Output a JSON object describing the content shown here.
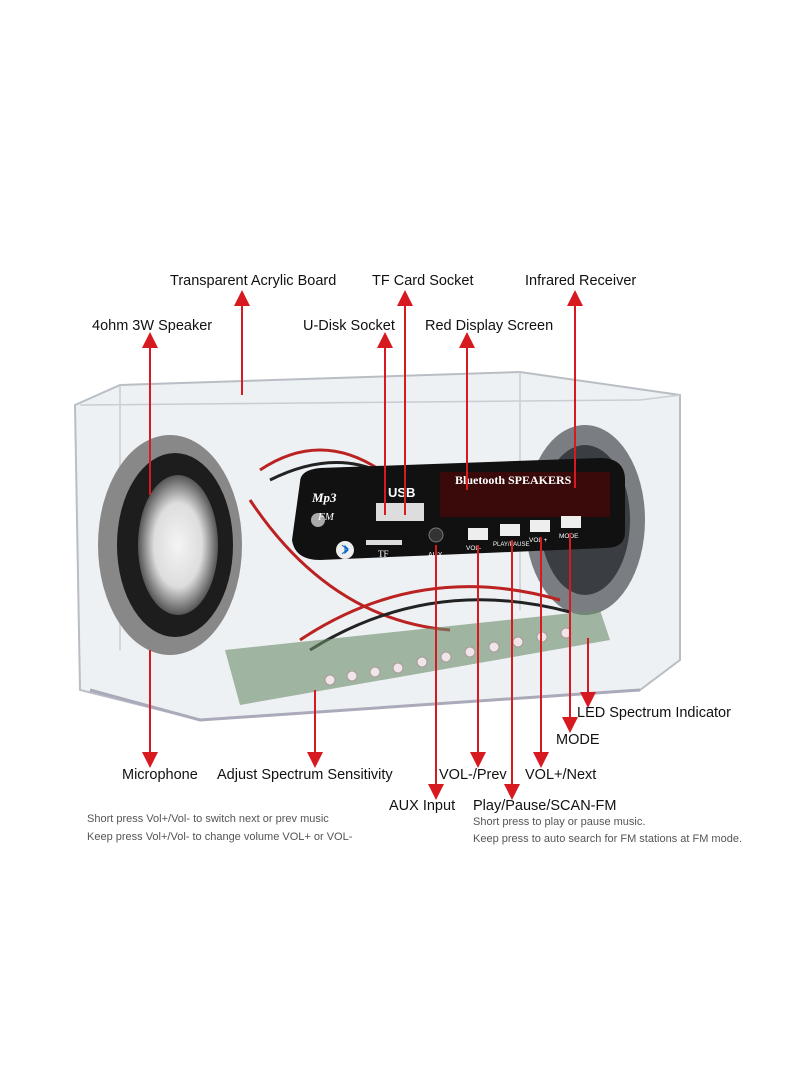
{
  "labels": {
    "acrylic": "Transparent Acrylic Board",
    "tf": "TF Card Socket",
    "ir": "Infrared Receiver",
    "speaker": "4ohm 3W Speaker",
    "udisk": "U-Disk Socket",
    "display": "Red Display Screen",
    "led": "LED Spectrum Indicator",
    "mode": "MODE",
    "mic": "Microphone",
    "sens": "Adjust Spectrum Sensitivity",
    "volprev": "VOL-/Prev",
    "volnext": "VOL+/Next",
    "aux": "AUX Input",
    "play": "Play/Pause/SCAN-FM"
  },
  "notes": {
    "left1": "Short press Vol+/Vol- to switch next or prev music",
    "left2": "Keep press Vol+/Vol- to change volume VOL+ or VOL-",
    "right1": "Short press to play or pause music.",
    "right2": "Keep press to auto search for FM stations at FM mode."
  },
  "panel": {
    "brand": "Bluetooth  SPEAKERS",
    "mp3": "Mp3",
    "fm": "FM",
    "usb": "USB",
    "tf": "TF",
    "aux": "AUX",
    "btn_volm": "VOL-",
    "btn_play": "PLAY/PAUSE",
    "btn_volp": "VOL +",
    "btn_mode": "MODE"
  },
  "colors": {
    "arrow": "#d71920",
    "panel": "#111111",
    "display": "#3a0a0a"
  }
}
